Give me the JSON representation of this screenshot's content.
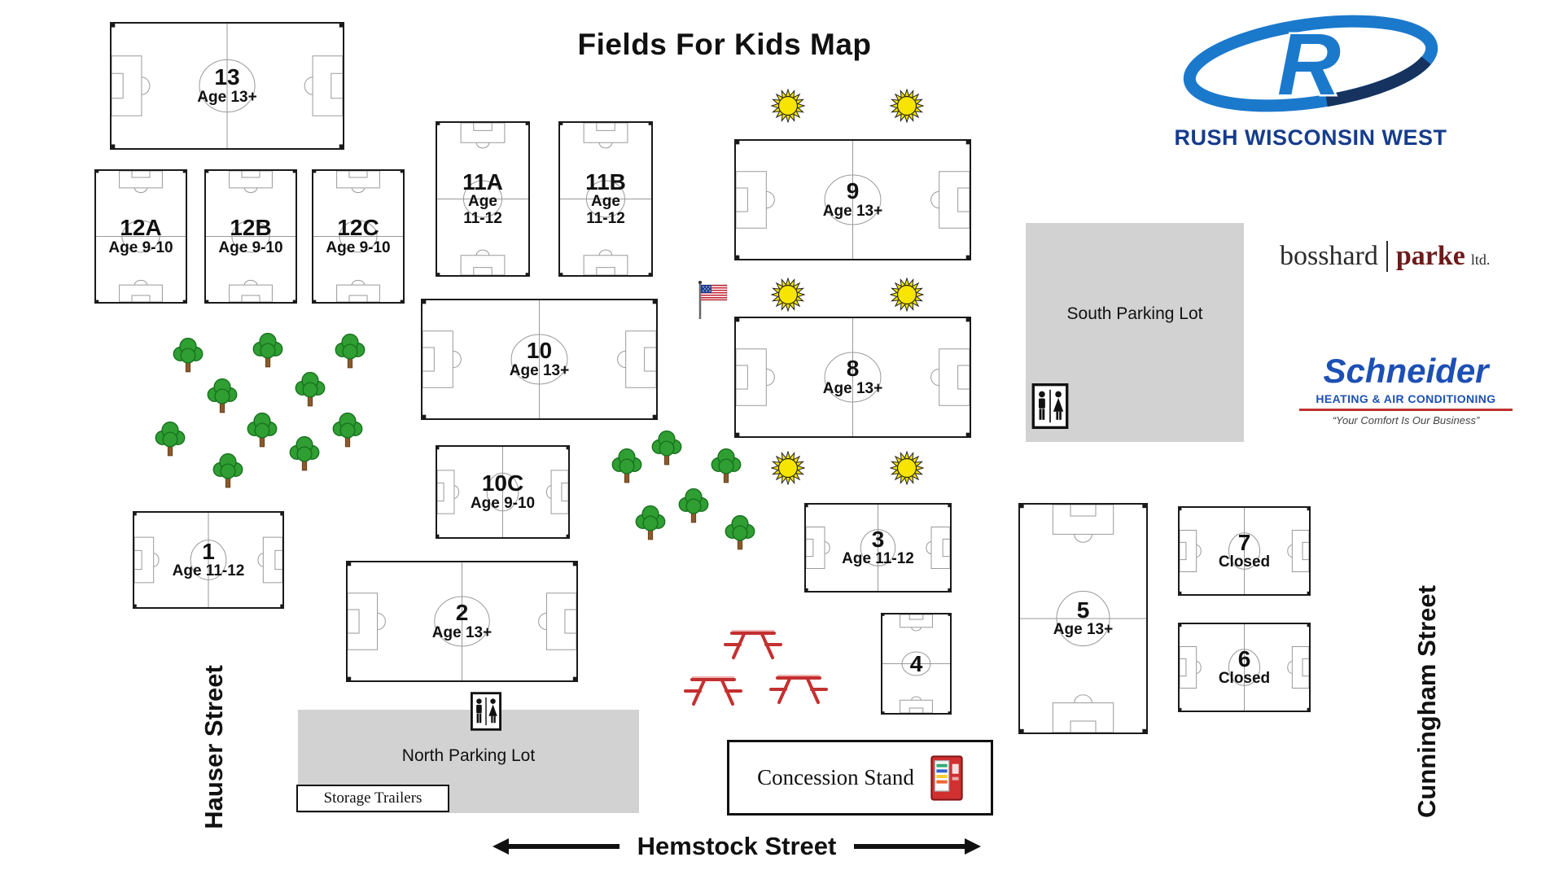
{
  "title": "Fields For Kids Map",
  "logo": {
    "name": "RUSH WISCONSIN WEST"
  },
  "sponsors": {
    "bosshard_parke": {
      "part1": "bosshard",
      "part2": "parke",
      "suffix": "ltd."
    },
    "schneider": {
      "name": "Schneider",
      "subtitle": "HEATING & AIR CONDITIONING",
      "tagline": "“Your Comfort Is Our Business”"
    }
  },
  "fields": [
    {
      "number": "13",
      "age": "Age 13+",
      "orientation": "horizontal"
    },
    {
      "number": "12A",
      "age": "Age 9-10",
      "orientation": "vertical"
    },
    {
      "number": "12B",
      "age": "Age 9-10",
      "orientation": "vertical"
    },
    {
      "number": "12C",
      "age": "Age 9-10",
      "orientation": "vertical"
    },
    {
      "number": "11A",
      "age": "Age 11-12",
      "orientation": "vertical"
    },
    {
      "number": "11B",
      "age": "Age 11-12",
      "orientation": "vertical"
    },
    {
      "number": "9",
      "age": "Age 13+",
      "orientation": "horizontal"
    },
    {
      "number": "10",
      "age": "Age 13+",
      "orientation": "horizontal"
    },
    {
      "number": "8",
      "age": "Age 13+",
      "orientation": "horizontal"
    },
    {
      "number": "10C",
      "age": "Age 9-10",
      "orientation": "horizontal"
    },
    {
      "number": "1",
      "age": "Age 11-12",
      "orientation": "horizontal"
    },
    {
      "number": "2",
      "age": "Age 13+",
      "orientation": "horizontal"
    },
    {
      "number": "3",
      "age": "Age 11-12",
      "orientation": "horizontal"
    },
    {
      "number": "4",
      "age": "",
      "orientation": "vertical"
    },
    {
      "number": "5",
      "age": "Age 13+",
      "orientation": "vertical"
    },
    {
      "number": "7",
      "age": "Closed",
      "orientation": "horizontal"
    },
    {
      "number": "6",
      "age": "Closed",
      "orientation": "horizontal"
    }
  ],
  "areas": {
    "south_parking_lot": "South Parking Lot",
    "north_parking_lot": "North Parking Lot",
    "storage_trailers": "Storage Trailers",
    "concession_stand": "Concession Stand"
  },
  "streets": {
    "west": "Hauser Street",
    "east": "Cunningham Street",
    "south": "Hemstock Street"
  },
  "icons": [
    "soccer-pitch-markings",
    "field-light-sun",
    "tree",
    "us-flag",
    "picnic-table",
    "restroom-sign",
    "vending-machine",
    "street-arrow",
    "rush-swoosh"
  ]
}
